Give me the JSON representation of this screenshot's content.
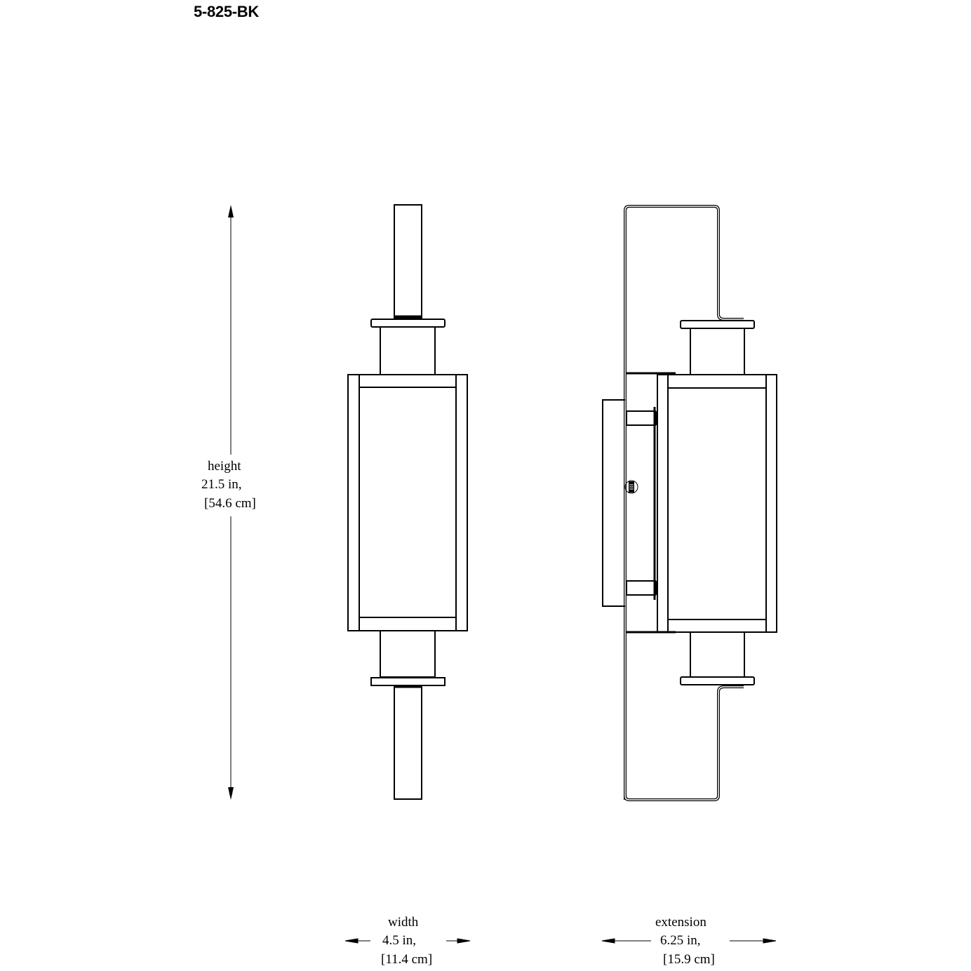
{
  "title": "5-825-BK",
  "dimensions": {
    "height": {
      "label": "height",
      "imperial": "21.5 in,",
      "metric": "[54.6 cm]"
    },
    "width": {
      "label": "width",
      "imperial": "4.5 in,",
      "metric": "[11.4 cm]"
    },
    "extension": {
      "label": "extension",
      "imperial": "6.25 in,",
      "metric": "[15.9 cm]"
    }
  },
  "views": [
    {
      "name": "front-view"
    },
    {
      "name": "side-view"
    }
  ],
  "colors": {
    "line": "#000000",
    "background": "#ffffff"
  }
}
